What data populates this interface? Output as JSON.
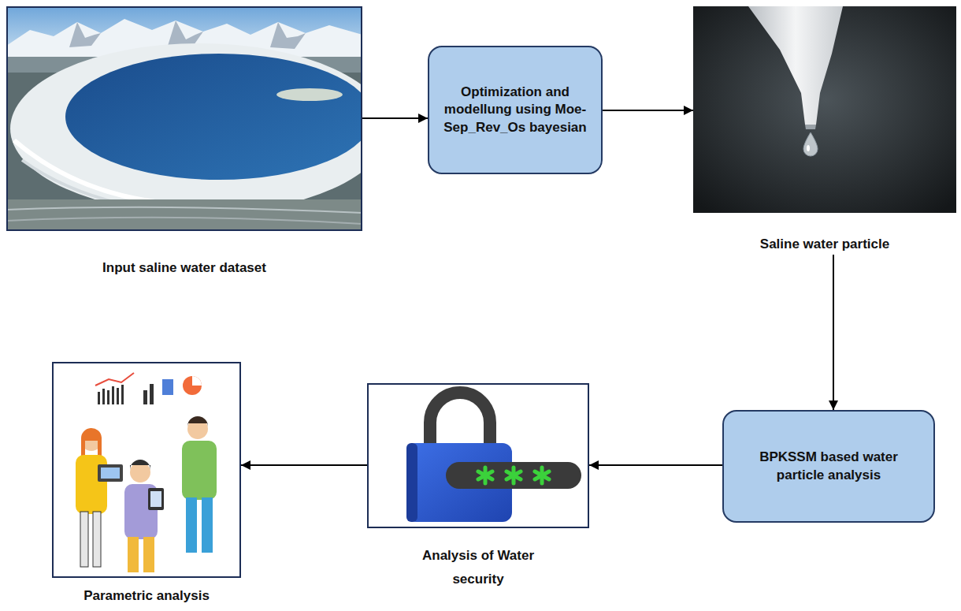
{
  "diagram": {
    "nodes": [
      {
        "text": [
          "Input saline water dataset"
        ]
      },
      {
        "text": [
          "Optimization and modellung using Moe-Sep_Rev_Os bayesian"
        ]
      },
      {
        "text": [
          "Saline water particle"
        ]
      },
      {
        "text": [
          "BPKSSM based water particle analysis"
        ]
      },
      {
        "text": [
          "Analysis of Water security"
        ]
      },
      {
        "text": [
          "Parametric analysis"
        ]
      }
    ],
    "edges": [
      {
        "from": 0,
        "to": 1,
        "arrow": "to"
      },
      {
        "from": 1,
        "to": 2,
        "arrow": "to"
      },
      {
        "from": 2,
        "to": 3,
        "arrow": "to"
      },
      {
        "from": 3,
        "to": 4,
        "arrow": "to"
      },
      {
        "from": 4,
        "to": 5,
        "arrow": "to"
      }
    ]
  }
}
